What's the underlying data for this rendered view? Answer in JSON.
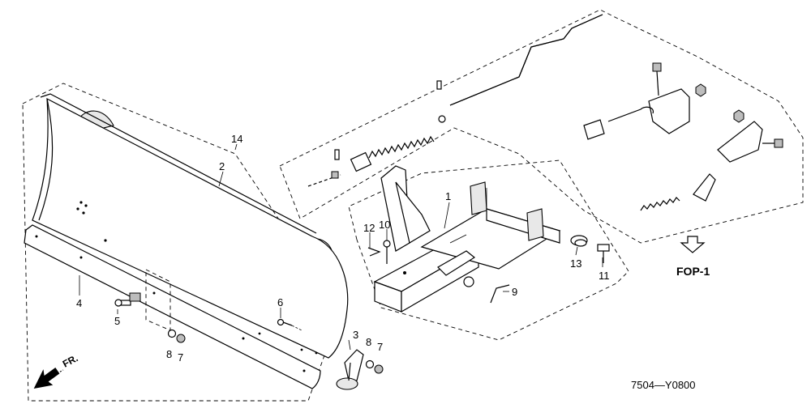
{
  "callouts": {
    "c1": "1",
    "c2": "2",
    "c3": "3",
    "c4": "4",
    "c5": "5",
    "c6": "6",
    "c7a": "7",
    "c7b": "7",
    "c8a": "8",
    "c8b": "8",
    "c9": "9",
    "c10": "10",
    "c11": "11",
    "c12": "12",
    "c13": "13",
    "c14": "14"
  },
  "reference": "FOP-1",
  "front_label": "FR.",
  "figure_code": "7504—Y0800"
}
